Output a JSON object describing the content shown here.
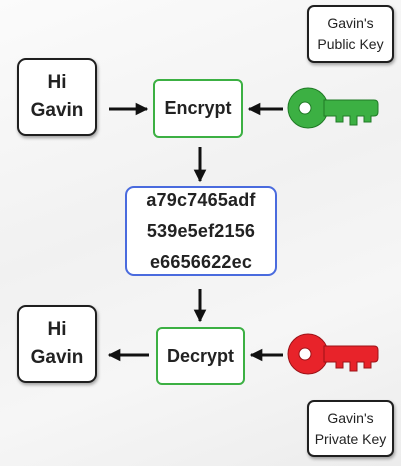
{
  "plaintext_top": [
    "Hi",
    "Gavin"
  ],
  "encrypt_label": "Encrypt",
  "ciphertext": [
    "a79c7465adf",
    "539e5ef2156",
    "e6656622ec"
  ],
  "plaintext_bottom": [
    "Hi",
    "Gavin"
  ],
  "decrypt_label": "Decrypt",
  "public_key_label": [
    "Gavin's",
    "Public Key"
  ],
  "private_key_label": [
    "Gavin's",
    "Private Key"
  ],
  "colors": {
    "public_key": "#3cb043",
    "private_key": "#e8232a",
    "operation_border": "#3cb043",
    "cipher_border": "#4a6bde"
  }
}
